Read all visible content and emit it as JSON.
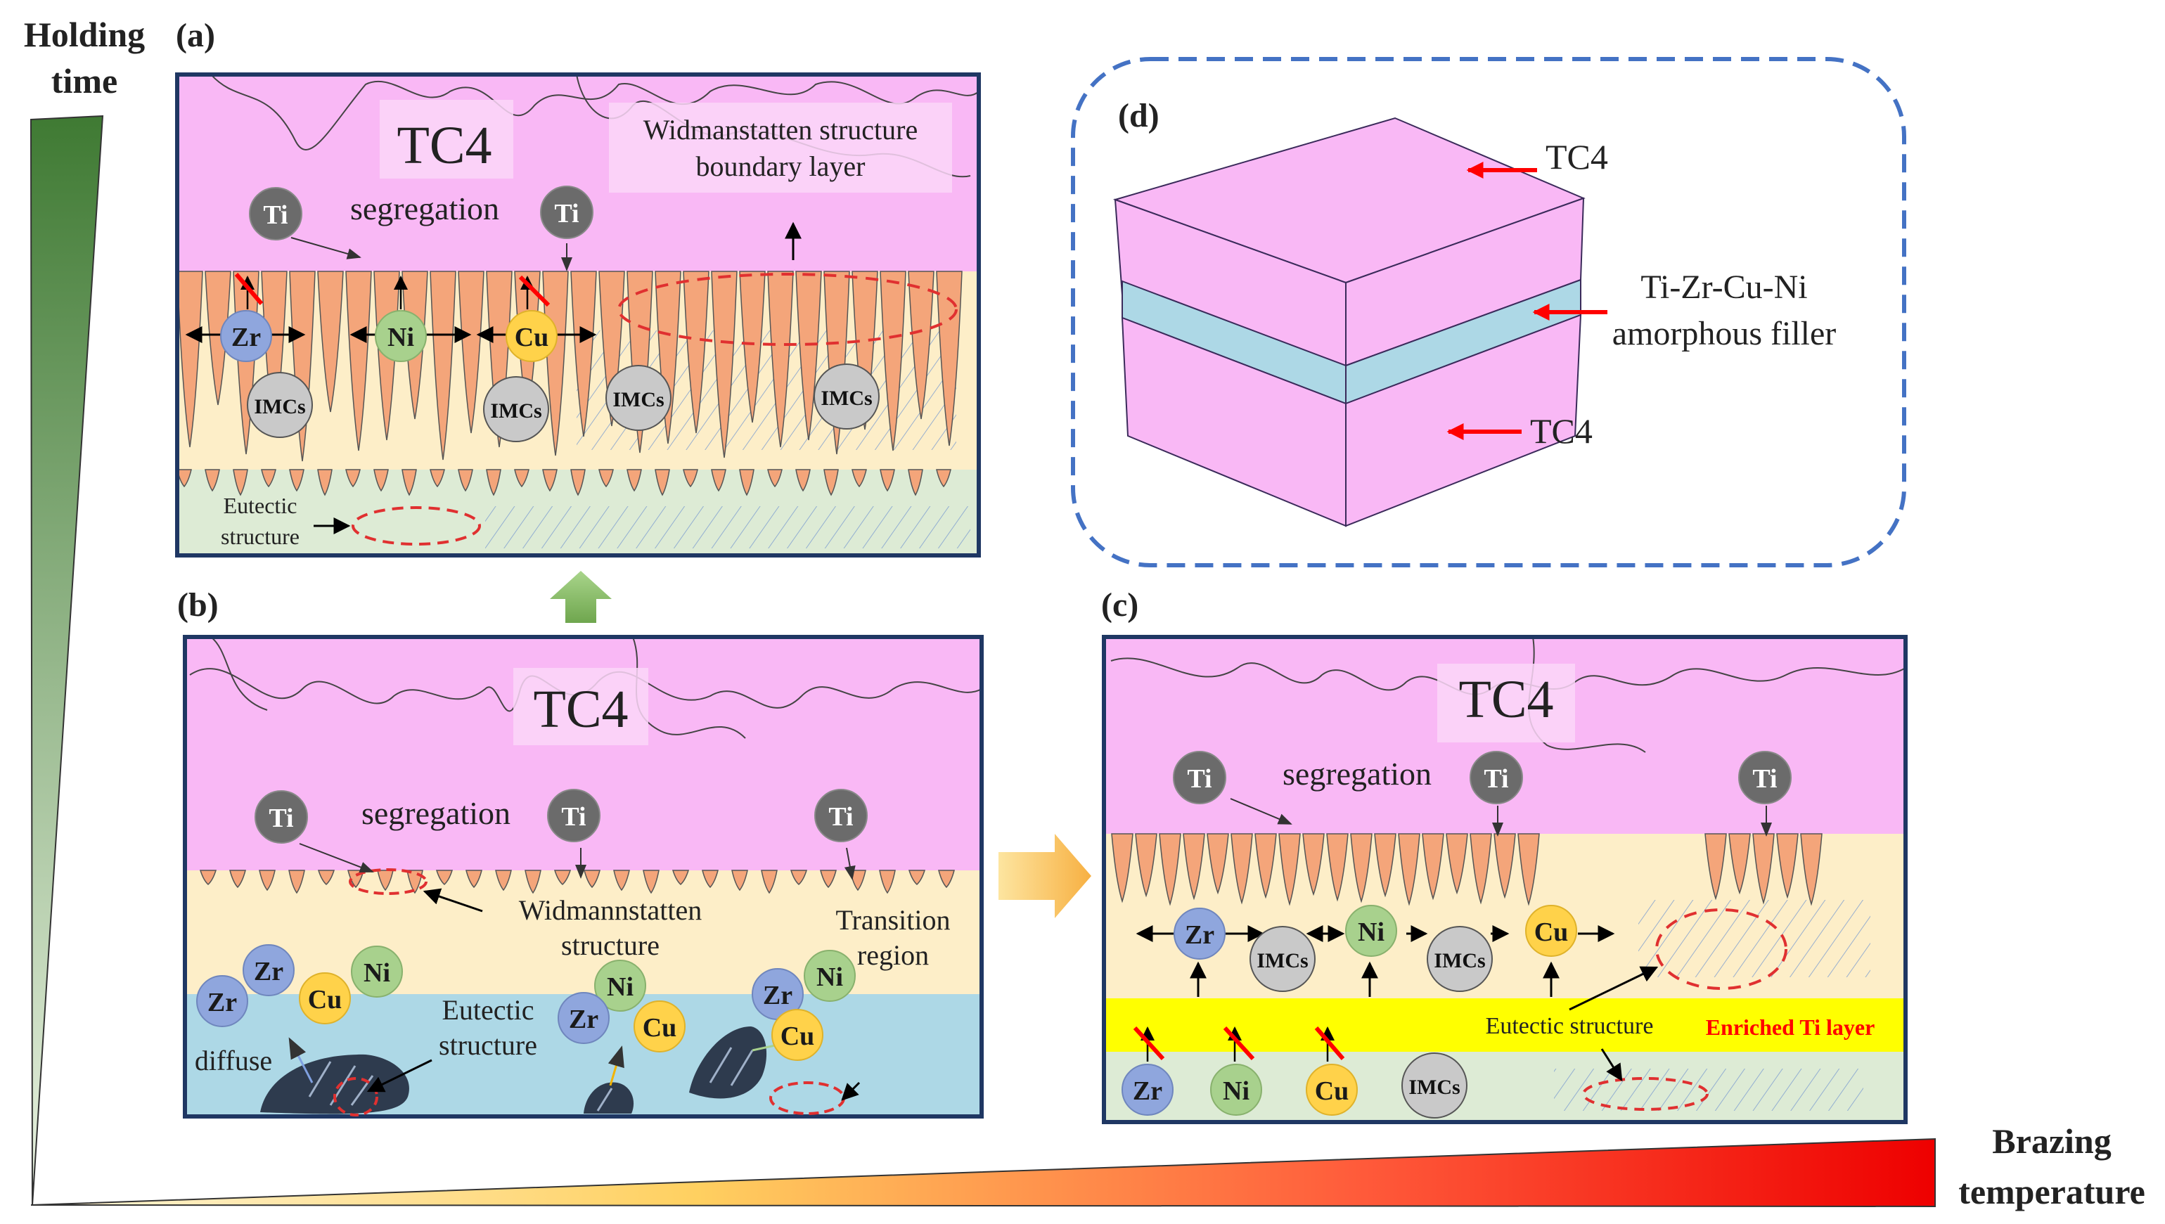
{
  "axes": {
    "y_label_line1": "Holding",
    "y_label_line2": "time",
    "x_label_line1": "Brazing",
    "x_label_line2": "temperature"
  },
  "panel_a": {
    "tag": "(a)",
    "tc4": "TC4",
    "widman_line1": "Widmanstatten structure",
    "widman_line2": "boundary layer",
    "segregation": "segregation",
    "eutectic_line1": "Eutectic",
    "eutectic_line2": "structure",
    "atoms": {
      "ti": "Ti",
      "zr": "Zr",
      "ni": "Ni",
      "cu": "Cu",
      "imcs": "IMCs"
    }
  },
  "panel_b": {
    "tag": "(b)",
    "tc4": "TC4",
    "segregation": "segregation",
    "widman_line1": "Widmannstatten",
    "widman_line2": "structure",
    "transition_line1": "Transition",
    "transition_line2": "region",
    "eutectic_line1": "Eutectic",
    "eutectic_line2": "structure",
    "diffuse": "diffuse",
    "atoms": {
      "ti": "Ti",
      "zr": "Zr",
      "ni": "Ni",
      "cu": "Cu"
    }
  },
  "panel_c": {
    "tag": "(c)",
    "tc4": "TC4",
    "segregation": "segregation",
    "eutectic": "Eutectic structure",
    "enriched": "Enriched Ti layer",
    "atoms": {
      "ti": "Ti",
      "zr": "Zr",
      "ni": "Ni",
      "cu": "Cu",
      "imcs": "IMCs"
    }
  },
  "panel_d": {
    "tag": "(d)",
    "tc4_top": "TC4",
    "tc4_bottom": "TC4",
    "filler_line1": "Ti-Zr-Cu-Ni",
    "filler_line2": "amorphous filler"
  },
  "colors": {
    "tc4": "#f9b8f5",
    "filler_zone": "#fdeec8",
    "eutectic_zone": "#ddebd5",
    "blue_zone": "#add8e6",
    "enriched_ti": "#ffff00",
    "grain": "#f4a57a",
    "ti_atom": "#6b6b6b",
    "zr_atom": "#8fa6dd",
    "ni_atom": "#a8d18d",
    "cu_atom": "#ffd24a",
    "imcs_atom": "#c9c9c9",
    "frame": "#1f3763",
    "dashed_red": "#e03030",
    "dashed_blue": "#4472c4",
    "red_arrow": "#ff0000"
  }
}
